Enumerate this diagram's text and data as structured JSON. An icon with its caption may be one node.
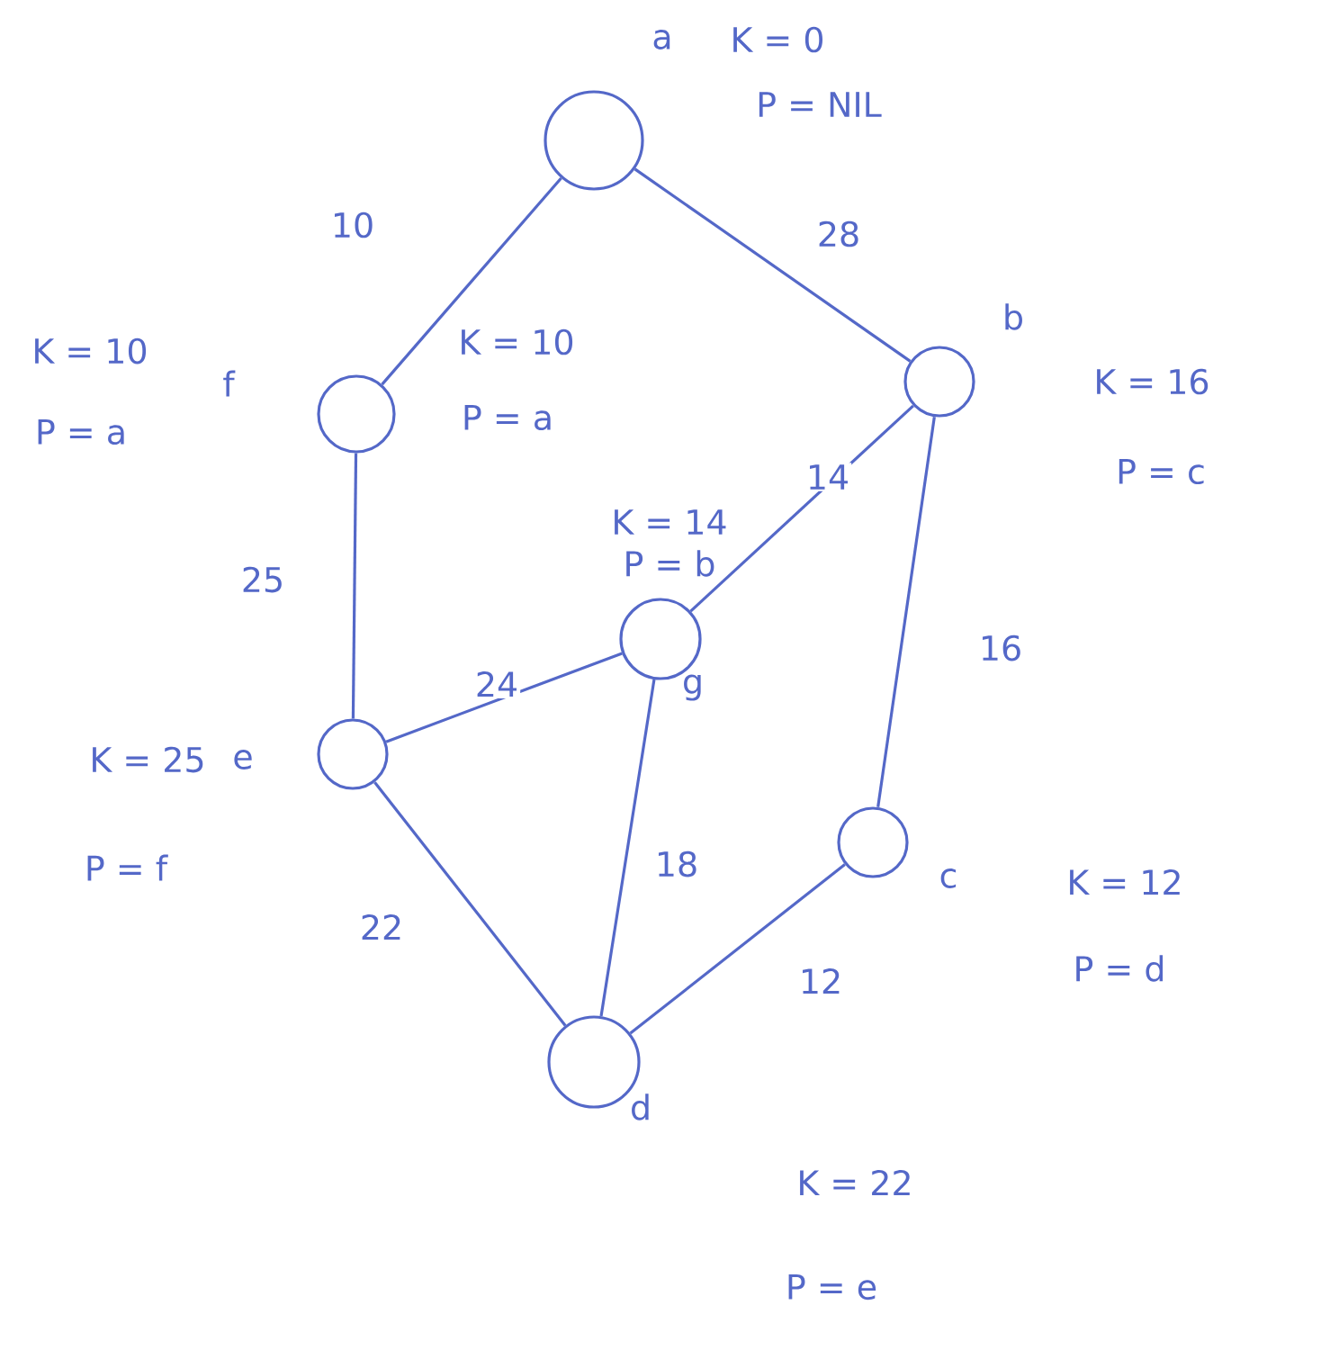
{
  "diagram": {
    "nodes": [
      {
        "text": [],
        "shape": "circle",
        "beside": [
          "a",
          "K = 0",
          "P = NIL"
        ]
      },
      {
        "text": [],
        "shape": "circle",
        "beside": [
          "b",
          "K = 16",
          "P = c"
        ]
      },
      {
        "text": [],
        "shape": "circle",
        "beside": [
          "K = 10",
          "f",
          "P = a",
          "K = 10",
          "P = a"
        ]
      },
      {
        "text": [],
        "shape": "circle",
        "beside": [
          "K = 14",
          "P = b",
          "g"
        ]
      },
      {
        "text": [],
        "shape": "circle",
        "beside": [
          "K = 25",
          "e",
          "P = f"
        ]
      },
      {
        "text": [],
        "shape": "circle",
        "beside": [
          "c",
          "K = 12",
          "P = d"
        ]
      },
      {
        "text": [],
        "shape": "circle",
        "beside": [
          "d",
          "K = 22",
          "P = e"
        ]
      }
    ],
    "edges": [
      {
        "from": 0,
        "to": 2,
        "arrow": "none",
        "label": "10"
      },
      {
        "from": 0,
        "to": 1,
        "arrow": "none",
        "label": "28"
      },
      {
        "from": 1,
        "to": 3,
        "arrow": "none",
        "label": "14"
      },
      {
        "from": 2,
        "to": 4,
        "arrow": "none",
        "label": "25"
      },
      {
        "from": 1,
        "to": 5,
        "arrow": "none",
        "label": "16"
      },
      {
        "from": 4,
        "to": 3,
        "arrow": "none",
        "label": "24"
      },
      {
        "from": 3,
        "to": 6,
        "arrow": "none",
        "label": "18"
      },
      {
        "from": 4,
        "to": 6,
        "arrow": "none",
        "label": "22"
      },
      {
        "from": 5,
        "to": 6,
        "arrow": "none",
        "label": "12"
      }
    ]
  }
}
